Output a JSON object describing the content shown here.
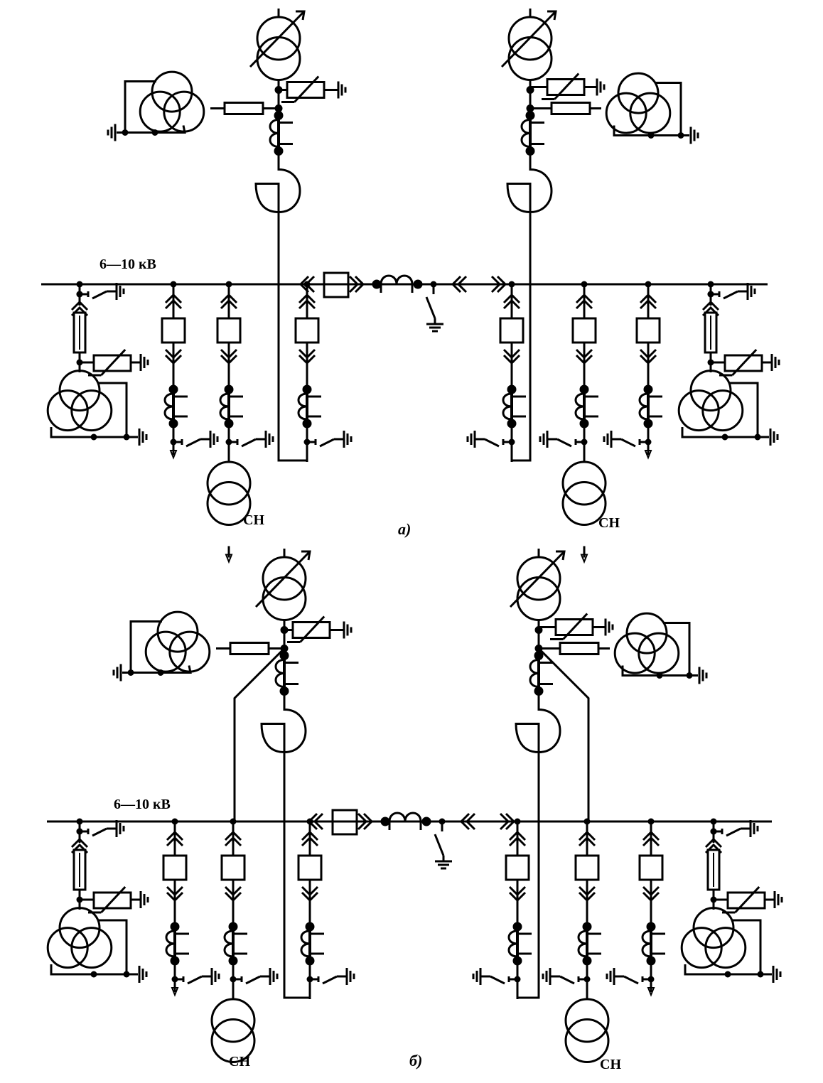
{
  "diagram": {
    "title": "Schemes of 6-10 kV switchgear connection with split-winding reactors and arc-suppression",
    "colors": {
      "stroke": "#000000",
      "background": "#ffffff"
    },
    "panels": [
      {
        "id": "a",
        "caption": "а)",
        "bus_label": "6—10 кВ",
        "aux_labels": [
          "СН",
          "СН"
        ],
        "feed_style": "direct",
        "sections": [
          {
            "side": "left",
            "feeders": [
              "voltage-transformer",
              "feeder",
              "aux-transformer",
              "incomer"
            ]
          },
          {
            "side": "right",
            "feeders": [
              "incomer",
              "aux-transformer",
              "feeder",
              "voltage-transformer"
            ]
          }
        ],
        "tie": [
          "circuit-breaker",
          "sectional-reactor",
          "grounding-switch",
          "disconnector"
        ]
      },
      {
        "id": "b",
        "caption": "б)",
        "bus_label": "6—10 кВ",
        "aux_labels": [
          "СН",
          "СН"
        ],
        "feed_style": "branch",
        "sections": [
          {
            "side": "left",
            "feeders": [
              "voltage-transformer",
              "feeder",
              "aux-transformer-branch",
              "incomer"
            ]
          },
          {
            "side": "right",
            "feeders": [
              "incomer",
              "aux-transformer-branch",
              "feeder",
              "voltage-transformer"
            ]
          }
        ],
        "tie": [
          "circuit-breaker",
          "sectional-reactor",
          "grounding-switch",
          "disconnector"
        ]
      }
    ]
  }
}
